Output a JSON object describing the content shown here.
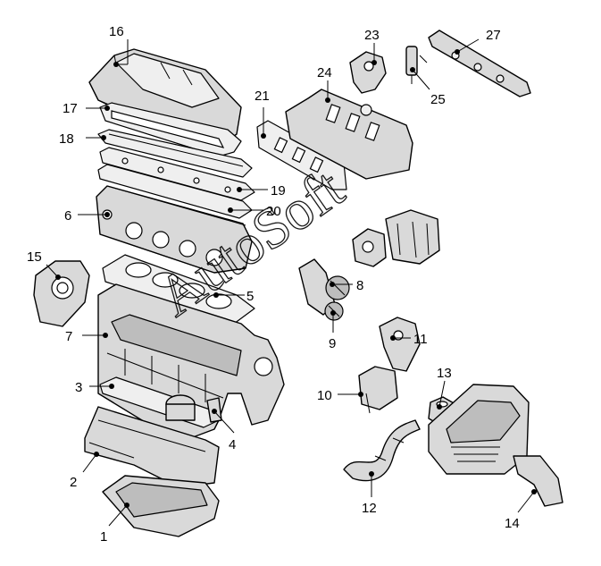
{
  "callouts": {
    "c1": "1",
    "c2": "2",
    "c3": "3",
    "c4": "4",
    "c5": "5",
    "c6": "6",
    "c7": "7",
    "c8": "8",
    "c9": "9",
    "c10": "10",
    "c11": "11",
    "c12": "12",
    "c13": "13",
    "c14": "14",
    "c15": "15",
    "c16": "16",
    "c17": "17",
    "c18": "18",
    "c19": "19",
    "c20": "20",
    "c21": "21",
    "c23": "23",
    "c24": "24",
    "c25": "25",
    "c27": "27"
  },
  "watermark": "AutoSoft"
}
